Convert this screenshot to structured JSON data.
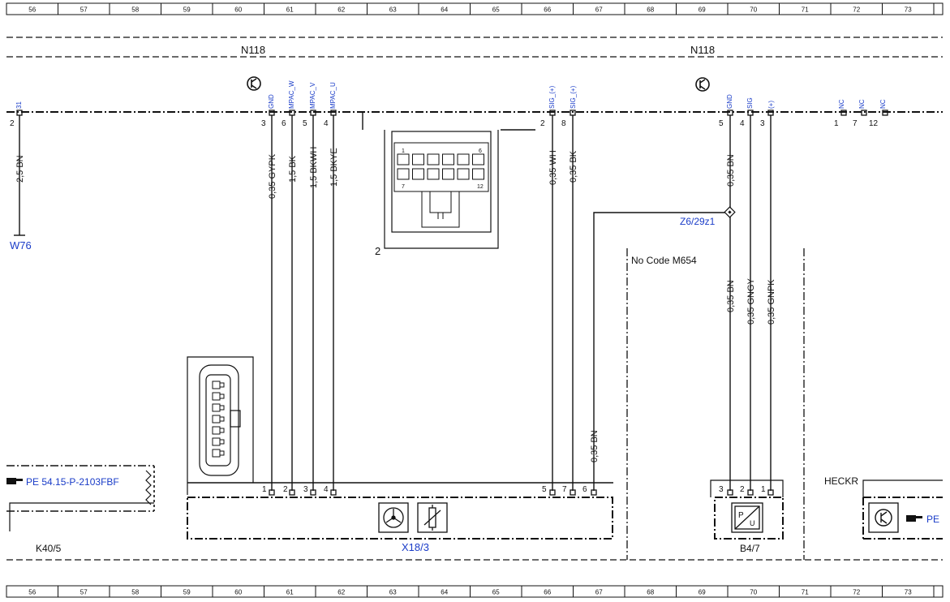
{
  "grid": {
    "columns": [
      "56",
      "57",
      "58",
      "59",
      "60",
      "61",
      "62",
      "63",
      "64",
      "65",
      "66",
      "67",
      "68",
      "69",
      "70",
      "71",
      "72",
      "73"
    ]
  },
  "modules": {
    "left": "N118",
    "right": "N118"
  },
  "pins": {
    "p31": {
      "label": "31",
      "num": "2"
    },
    "gnd1": {
      "label": "GND",
      "num": "3"
    },
    "mpacw": {
      "label": "MPAC_W",
      "num": "6"
    },
    "mpacv": {
      "label": "MPAC_V",
      "num": "5"
    },
    "mpacu": {
      "label": "MPAC_U",
      "num": "4"
    },
    "sig1": {
      "label": "SIG_(+)",
      "num": "2"
    },
    "sig2": {
      "label": "SIG_(+)",
      "num": "8"
    },
    "gnd2": {
      "label": "GND",
      "num": "5"
    },
    "sig3": {
      "label": "SIG",
      "num": "4"
    },
    "plus": {
      "label": "(+)",
      "num": "3"
    },
    "nc1": {
      "label": "NC",
      "num": "1"
    },
    "nc2": {
      "label": "NC",
      "num": "7"
    },
    "nc3": {
      "label": "NC",
      "num": "12"
    }
  },
  "wires": {
    "w1": "2,5 BN",
    "w2": "0,35 GYPK",
    "w3": "1,5 BK",
    "w4": "1,5 BKWH",
    "w5": "1,5 BKYE",
    "w6": "0,35 WH",
    "w7": "0,35 BK",
    "w8": "0,35 BN",
    "w9": "0,35 BN",
    "w10": "0,35 GNGY",
    "w11": "0,35 GNPK",
    "w12": "0,35 BN"
  },
  "refs": {
    "w76": "W76",
    "z6": "Z6/29z1",
    "x18": "X18/3",
    "b47": "B4/7",
    "k40": "K40/5",
    "heckr": "HECKR",
    "pe_left": "PE 54.15-P-2103FBF",
    "pe_right": "PE"
  },
  "connector_top": {
    "pin_first": "1",
    "pin_sixth": "6",
    "pin_seventh": "7",
    "pin_last": "12",
    "ref": "2"
  },
  "note": "No  Code M654",
  "bottom_pins": {
    "x1": "1",
    "x2": "2",
    "x3": "3",
    "x4": "4",
    "x5": "5",
    "x7": "7",
    "x6": "6",
    "b3": "3",
    "b2": "2",
    "b1": "1"
  },
  "icons": {
    "ground_symbol": "transistor-circle-icon",
    "motor": "three-phase-motor-icon",
    "ptc": "ptc-resistor-icon",
    "pressure": "pressure-sensor-icon",
    "hand": "pointing-hand-icon"
  }
}
